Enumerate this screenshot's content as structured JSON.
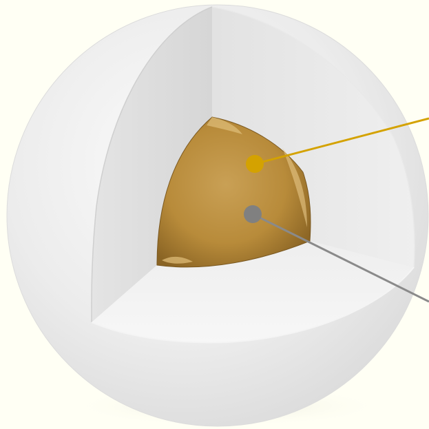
{
  "diagram": {
    "type": "sphere-cutaway",
    "layers": [
      {
        "name": "outer-shell",
        "color": "#e6e6e6"
      },
      {
        "name": "core",
        "color": "#c49a4a"
      }
    ],
    "callouts": [
      {
        "name": "core-surface-callout",
        "marker_color": "#d4a200",
        "line_color": "#d4a200"
      },
      {
        "name": "core-center-callout",
        "marker_color": "#808080",
        "line_color": "#8a8a8a"
      }
    ],
    "background_color": "#fffff4"
  }
}
